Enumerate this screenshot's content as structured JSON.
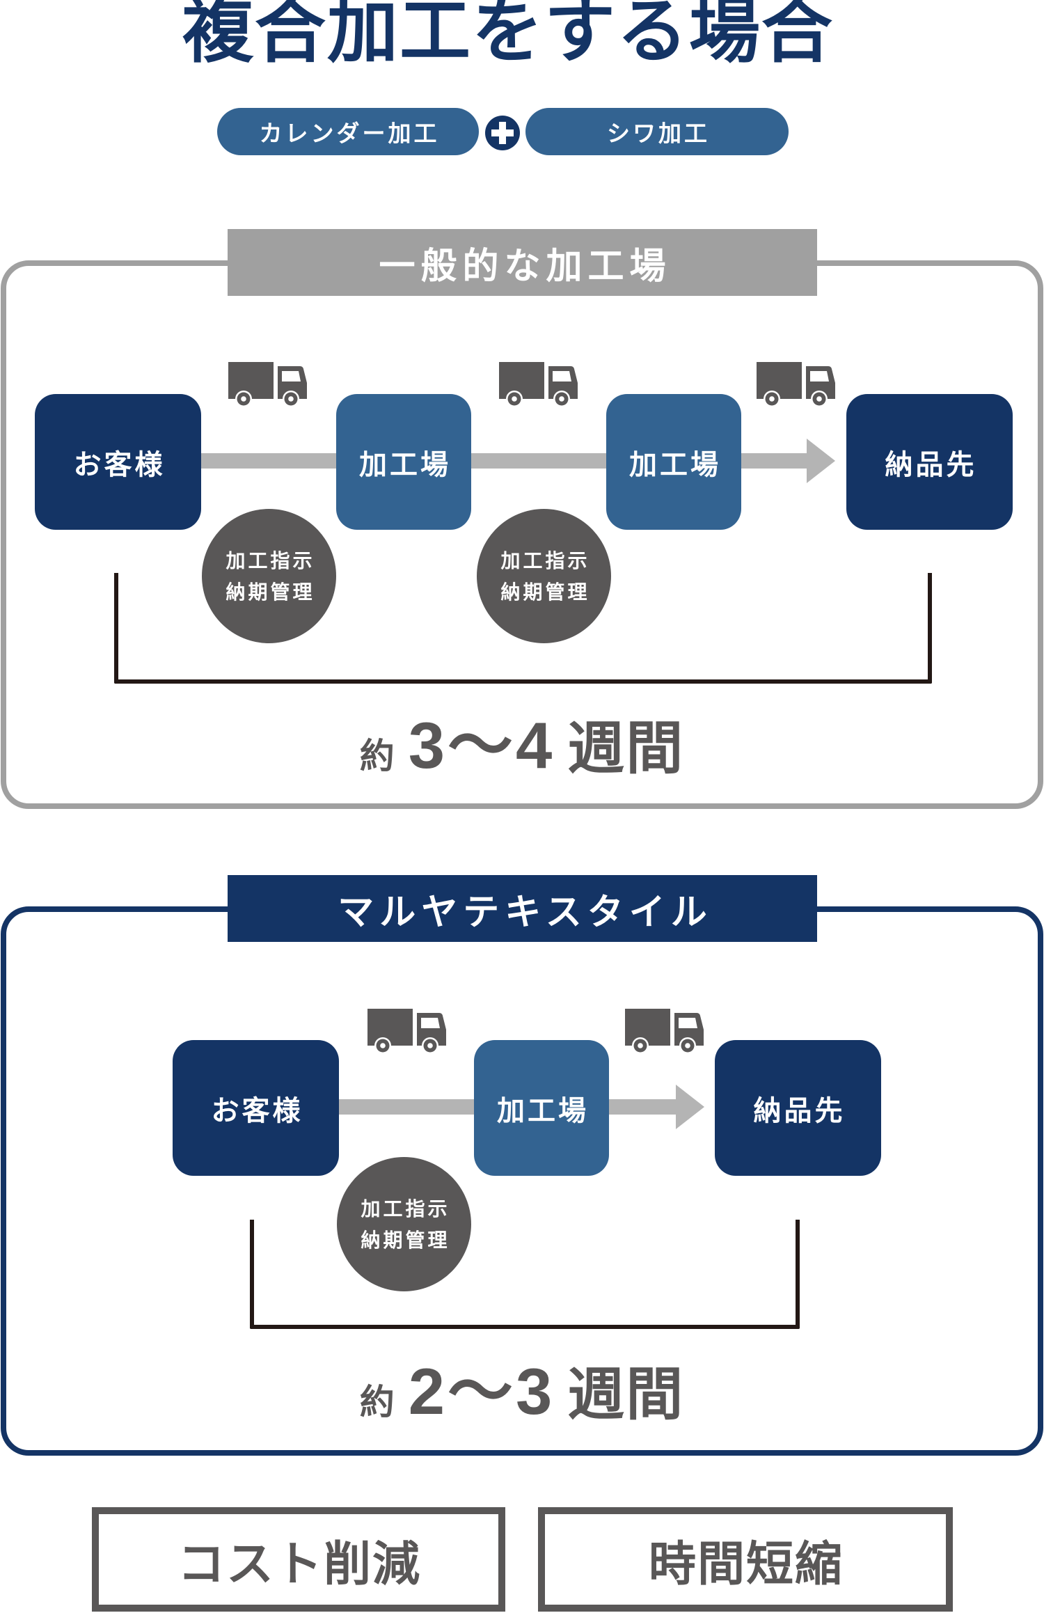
{
  "title": "複合加工をする場合",
  "process_combo": {
    "items": [
      {
        "label": "カレンダー加工"
      },
      {
        "label": "シワ加工"
      }
    ],
    "joiner_icon": "plus-icon"
  },
  "comparisons": [
    {
      "id": "general",
      "label": "一般的な加工場",
      "nodes": [
        {
          "label": "お客様",
          "kind": "customer"
        },
        {
          "label": "加工場",
          "kind": "factory"
        },
        {
          "label": "加工場",
          "kind": "factory"
        },
        {
          "label": "納品先",
          "kind": "destination"
        }
      ],
      "transport_icon": "truck-icon",
      "transport_legs": 3,
      "management": [
        {
          "lines": [
            "加工指示",
            "納期管理"
          ]
        },
        {
          "lines": [
            "加工指示",
            "納期管理"
          ]
        }
      ],
      "lead_time": {
        "prefix": "約",
        "range": "3〜4",
        "unit": "週間"
      }
    },
    {
      "id": "maruya",
      "label": "マルヤテキスタイル",
      "nodes": [
        {
          "label": "お客様",
          "kind": "customer"
        },
        {
          "label": "加工場",
          "kind": "factory"
        },
        {
          "label": "納品先",
          "kind": "destination"
        }
      ],
      "transport_icon": "truck-icon",
      "transport_legs": 2,
      "management": [
        {
          "lines": [
            "加工指示",
            "納期管理"
          ]
        }
      ],
      "lead_time": {
        "prefix": "約",
        "range": "2〜3",
        "unit": "週間"
      }
    }
  ],
  "benefits": [
    {
      "label": "コスト削減"
    },
    {
      "label": "時間短縮"
    }
  ],
  "colors": {
    "navy": "#143465",
    "blue": "#336391",
    "gray_label": "#a0a0a0",
    "dark_gray": "#595757",
    "connector": "#b4b4b4",
    "bracket": "#231815"
  }
}
